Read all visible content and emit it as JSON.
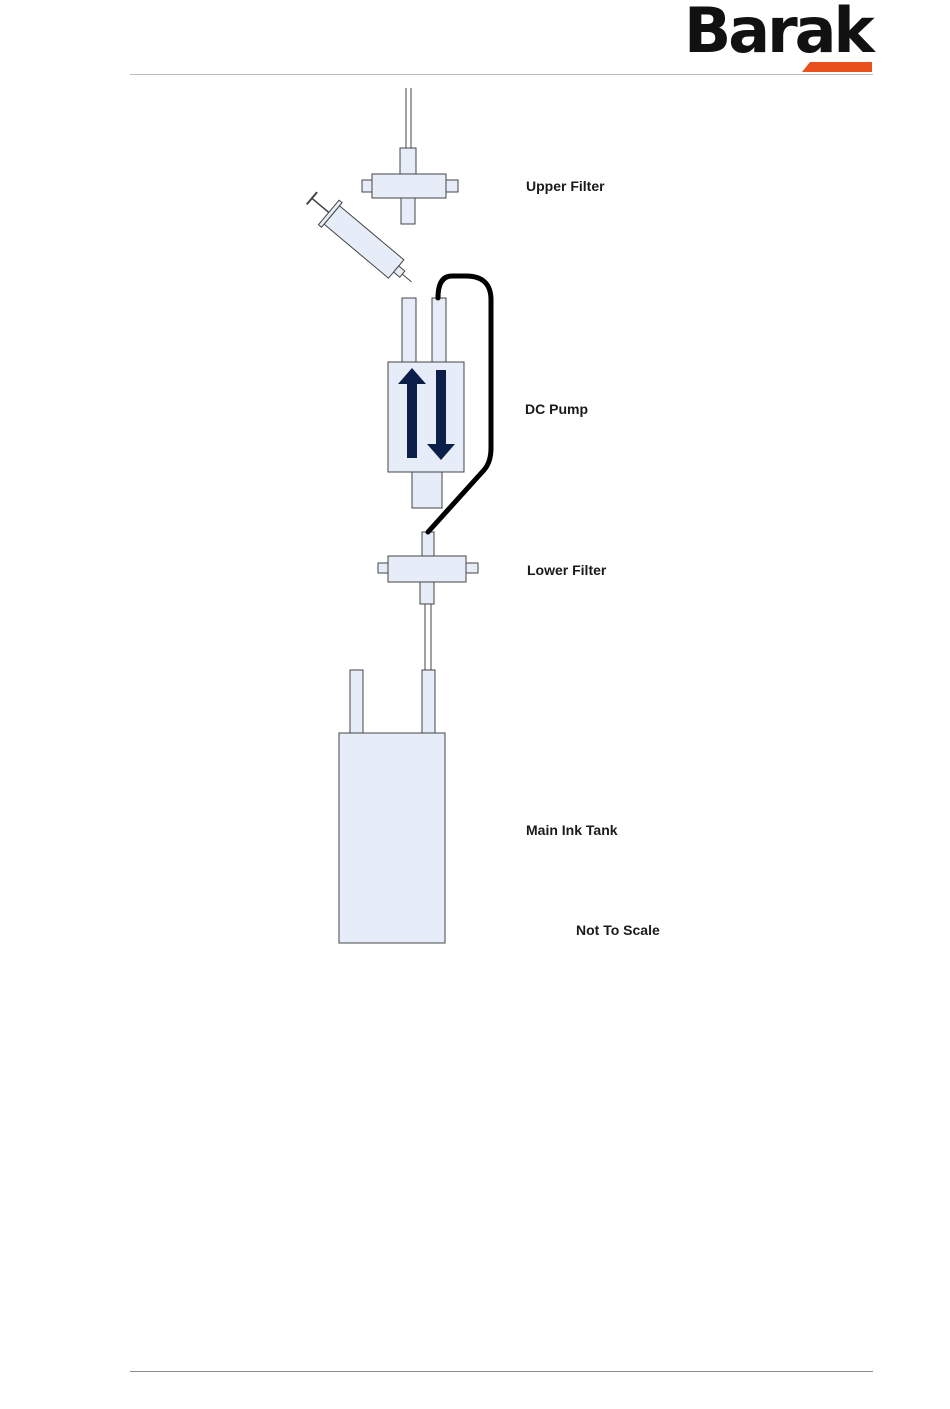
{
  "brand": {
    "logo_text": "Barak",
    "text_color": "#111111",
    "accent_color": "#e8501c"
  },
  "diagram": {
    "labels": {
      "upper_filter": "Upper Filter",
      "dc_pump": "DC Pump",
      "lower_filter": "Lower Filter",
      "main_ink_tank": "Main Ink Tank",
      "not_to_scale": "Not To Scale"
    },
    "colors": {
      "component_fill": "#e6ecf8",
      "outline": "#444444",
      "arrow": "#0c1f4a",
      "hose": "#000000"
    }
  }
}
